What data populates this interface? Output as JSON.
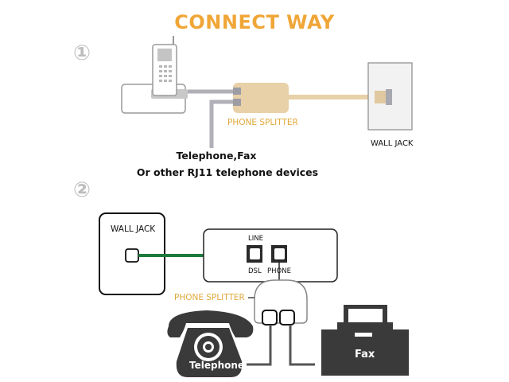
{
  "title": "CONNECT WAY",
  "step1": {
    "number": "①",
    "splitter_label": "PHONE SPLITTER",
    "wall_jack_label": "WALL JACK",
    "caption_line1": "Telephone,Fax",
    "caption_line2": "Or other RJ11 telephone devices"
  },
  "step2": {
    "number": "②",
    "wall_jack_label": "WALL JACK",
    "port_line": "LINE",
    "port_dsl": "DSL",
    "port_phone": "PHONE",
    "splitter_label": "PHONE SPLITTER",
    "telephone_label": "Telephone",
    "fax_label": "Fax"
  },
  "colors": {
    "title": "#f0a637",
    "splitter_beige": "#e8d0a8",
    "cable_gray": "#b0b0b8",
    "cable_green": "#1e7a3a",
    "device_dark": "#3a3a3a"
  }
}
